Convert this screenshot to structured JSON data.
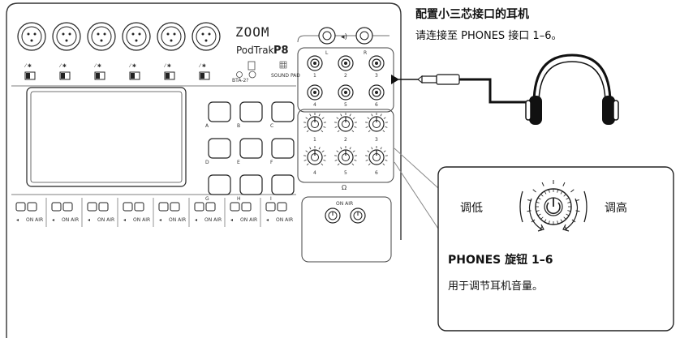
{
  "heading": {
    "title": "配置小三芯接口的耳机",
    "subtitle": "请连接至 PHONES 接口 1–6。"
  },
  "device": {
    "brand": "ZOOM",
    "model": "PodTrak",
    "model_suffix": "P8",
    "sound_pad_label": "SOUND PAD",
    "bta_label": "BTA-2?",
    "on_air_label": "ON AIR",
    "pad_letters": [
      "A",
      "B",
      "C",
      "D",
      "E",
      "F",
      "G",
      "H",
      "I"
    ],
    "jack_numbers": [
      "1",
      "2",
      "3",
      "4",
      "5",
      "6"
    ],
    "knob_numbers": [
      "1",
      "2",
      "3",
      "4",
      "5",
      "6"
    ],
    "lr_labels": [
      "L",
      "R"
    ],
    "headphone_symbol": "Ω"
  },
  "callout": {
    "title": "PHONES 旋钮 1–6",
    "description": "用于调节耳机音量。",
    "decrease_label": "调低",
    "increase_label": "调高"
  }
}
